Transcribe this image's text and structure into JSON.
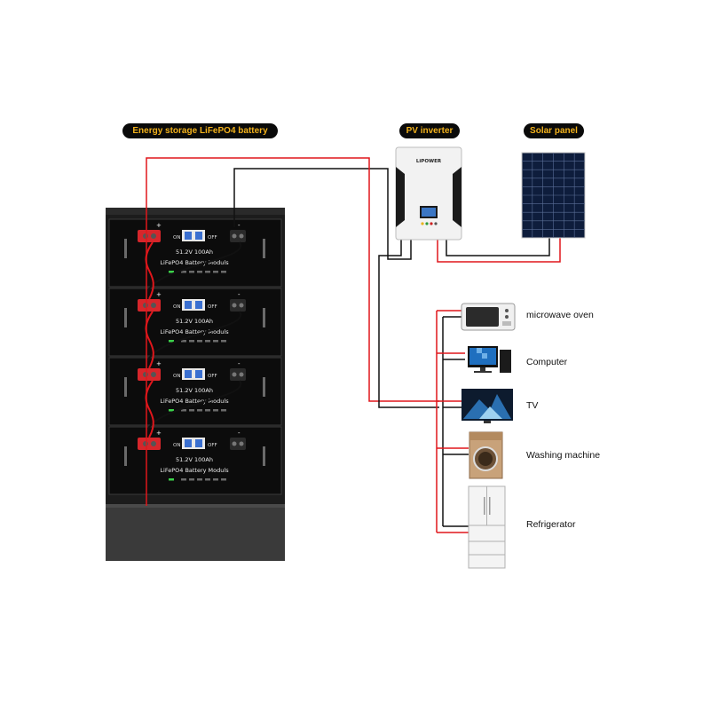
{
  "labels": {
    "battery_title": "Energy storage LiFePO4 battery",
    "inverter_title": "PV inverter",
    "solar_title": "Solar panel"
  },
  "inverter": {
    "brand": "LiPOWER"
  },
  "battery_modules": [
    {
      "spec": "51.2V 100Ah",
      "name": "LiFePO4 Battery Moduls",
      "on": "ON",
      "off": "OFF",
      "plus": "+",
      "minus": "-"
    },
    {
      "spec": "51.2V 100Ah",
      "name": "LiFePO4 Battery Moduls",
      "on": "ON",
      "off": "OFF",
      "plus": "+",
      "minus": "-"
    },
    {
      "spec": "51.2V 100Ah",
      "name": "LiFePO4 Battery Moduls",
      "on": "ON",
      "off": "OFF",
      "plus": "+",
      "minus": "-"
    },
    {
      "spec": "51.2V 100Ah",
      "name": "LiFePO4 Battery Moduls",
      "on": "ON",
      "off": "OFF",
      "plus": "+",
      "minus": "-"
    }
  ],
  "appliances": [
    {
      "label": "microwave oven",
      "icon": "microwave-icon"
    },
    {
      "label": "Computer",
      "icon": "computer-icon"
    },
    {
      "label": "TV",
      "icon": "tv-icon"
    },
    {
      "label": "Washing machine",
      "icon": "washing-machine-icon"
    },
    {
      "label": "Refrigerator",
      "icon": "refrigerator-icon"
    }
  ],
  "colors": {
    "positive_wire": "#e0161b",
    "negative_wire": "#111111",
    "label_text": "#f3b21c",
    "label_bg": "#0a0a0a"
  }
}
